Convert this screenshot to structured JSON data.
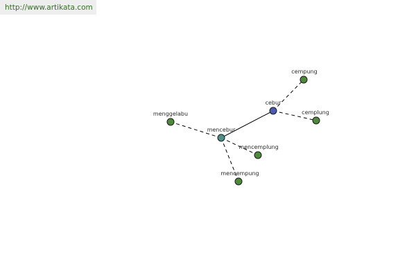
{
  "header": {
    "url": "http://www.artikata.com"
  },
  "colors": {
    "url_text": "#3a6b2a",
    "root_node": "#4b5bb0",
    "hub_node": "#4f8f8a",
    "leaf_node": "#4f8a3c"
  },
  "graph": {
    "nodes": [
      {
        "id": "cebur",
        "label": "cebur",
        "kind": "root"
      },
      {
        "id": "mencebur",
        "label": "mencebur",
        "kind": "hub"
      },
      {
        "id": "cempung",
        "label": "cempung",
        "kind": "leaf"
      },
      {
        "id": "cemplung",
        "label": "cemplung",
        "kind": "leaf"
      },
      {
        "id": "menggelabu",
        "label": "menggelabu",
        "kind": "leaf"
      },
      {
        "id": "mencemplung",
        "label": "mencemplung",
        "kind": "leaf"
      },
      {
        "id": "mencempung",
        "label": "mencempung",
        "kind": "leaf"
      }
    ],
    "edges": [
      {
        "from": "cebur",
        "to": "mencebur",
        "style": "solid"
      },
      {
        "from": "cebur",
        "to": "cempung",
        "style": "dashed"
      },
      {
        "from": "cebur",
        "to": "cemplung",
        "style": "dashed"
      },
      {
        "from": "mencebur",
        "to": "menggelabu",
        "style": "dashed"
      },
      {
        "from": "mencebur",
        "to": "mencemplung",
        "style": "dashed"
      },
      {
        "from": "mencebur",
        "to": "mencempung",
        "style": "dashed"
      }
    ]
  }
}
